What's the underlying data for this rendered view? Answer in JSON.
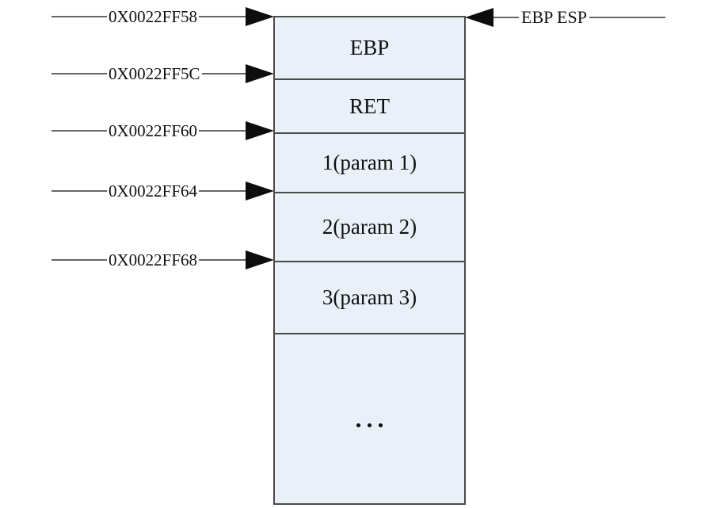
{
  "diagram": {
    "type": "stack-memory-layout"
  },
  "addresses": [
    "0X0022FF58",
    "0X0022FF5C",
    "0X0022FF60",
    "0X0022FF64",
    "0X0022FF68"
  ],
  "stack": {
    "cells": [
      "EBP",
      "RET",
      "1(param 1)",
      "2(param 2)",
      "3(param 3)",
      "..."
    ]
  },
  "pointer": {
    "label": "EBP ESP"
  },
  "icons": {
    "address_arrow": "arrow-right-icon (solid black triangle)",
    "pointer_arrow": "arrow-left-icon (solid black triangle)"
  },
  "colors": {
    "background": "#ffffff",
    "cell_fill": "#e9f0f8",
    "box_border": "#4a4a4a",
    "leader_line": "#666666",
    "arrow": "#0d0d0d",
    "text": "#111111"
  }
}
